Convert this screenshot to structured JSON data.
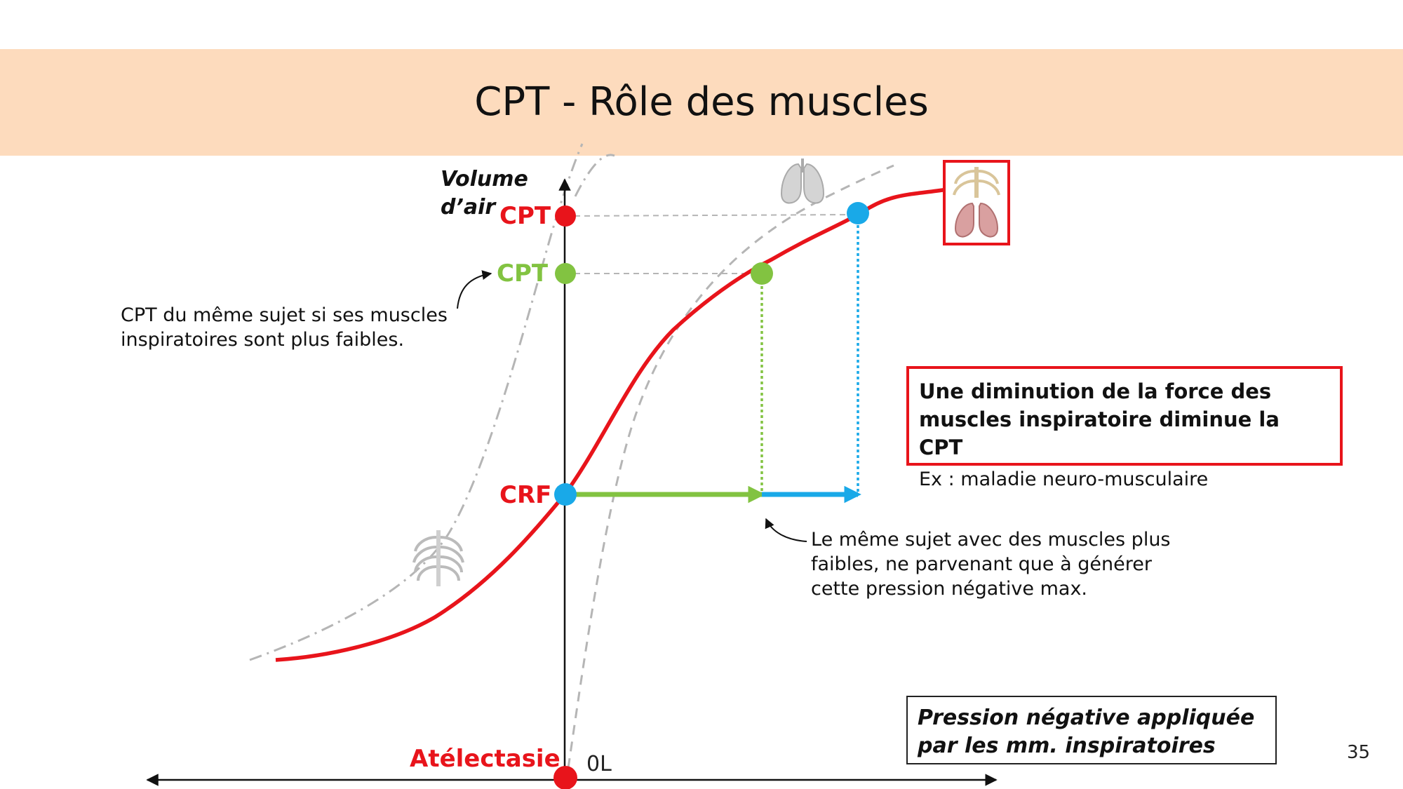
{
  "slide": {
    "title": "CPT - Rôle des muscles",
    "page_number": "35"
  },
  "axis": {
    "y_label_line1": "Volume",
    "y_label_line2": "d’air",
    "zero_label": "0L"
  },
  "levels": {
    "cpt_normal": "CPT",
    "cpt_weak": "CPT",
    "crf": "CRF",
    "atelectasis": "Atélectasie"
  },
  "annotations": {
    "weak_cpt_note_line1": "CPT du même sujet si ses muscles",
    "weak_cpt_note_line2": "inspiratoires sont plus faibles.",
    "weak_pressure_note_line1": "Le même sujet avec des muscles plus",
    "weak_pressure_note_line2": "faibles, ne parvenant que à générer",
    "weak_pressure_note_line3": "cette pression négative max."
  },
  "info_box": {
    "heading_line1": "Une diminution de la force des",
    "heading_line2": "muscles inspiratoire diminue la CPT",
    "example": "Ex : maladie neuro-musculaire"
  },
  "x_axis_box": {
    "line1": "Pression négative appliquée",
    "line2": "par les mm. inspiratoires"
  },
  "icons": {
    "lungs": "lungs-icon",
    "rib_cage": "rib-cage-icon",
    "combined": "thorax-and-lungs-icon"
  },
  "colors": {
    "title_band": "#fddbbd",
    "red": "#e8141b",
    "green": "#82c341",
    "blue": "#19a9e8",
    "gray": "#b5b5b5"
  }
}
